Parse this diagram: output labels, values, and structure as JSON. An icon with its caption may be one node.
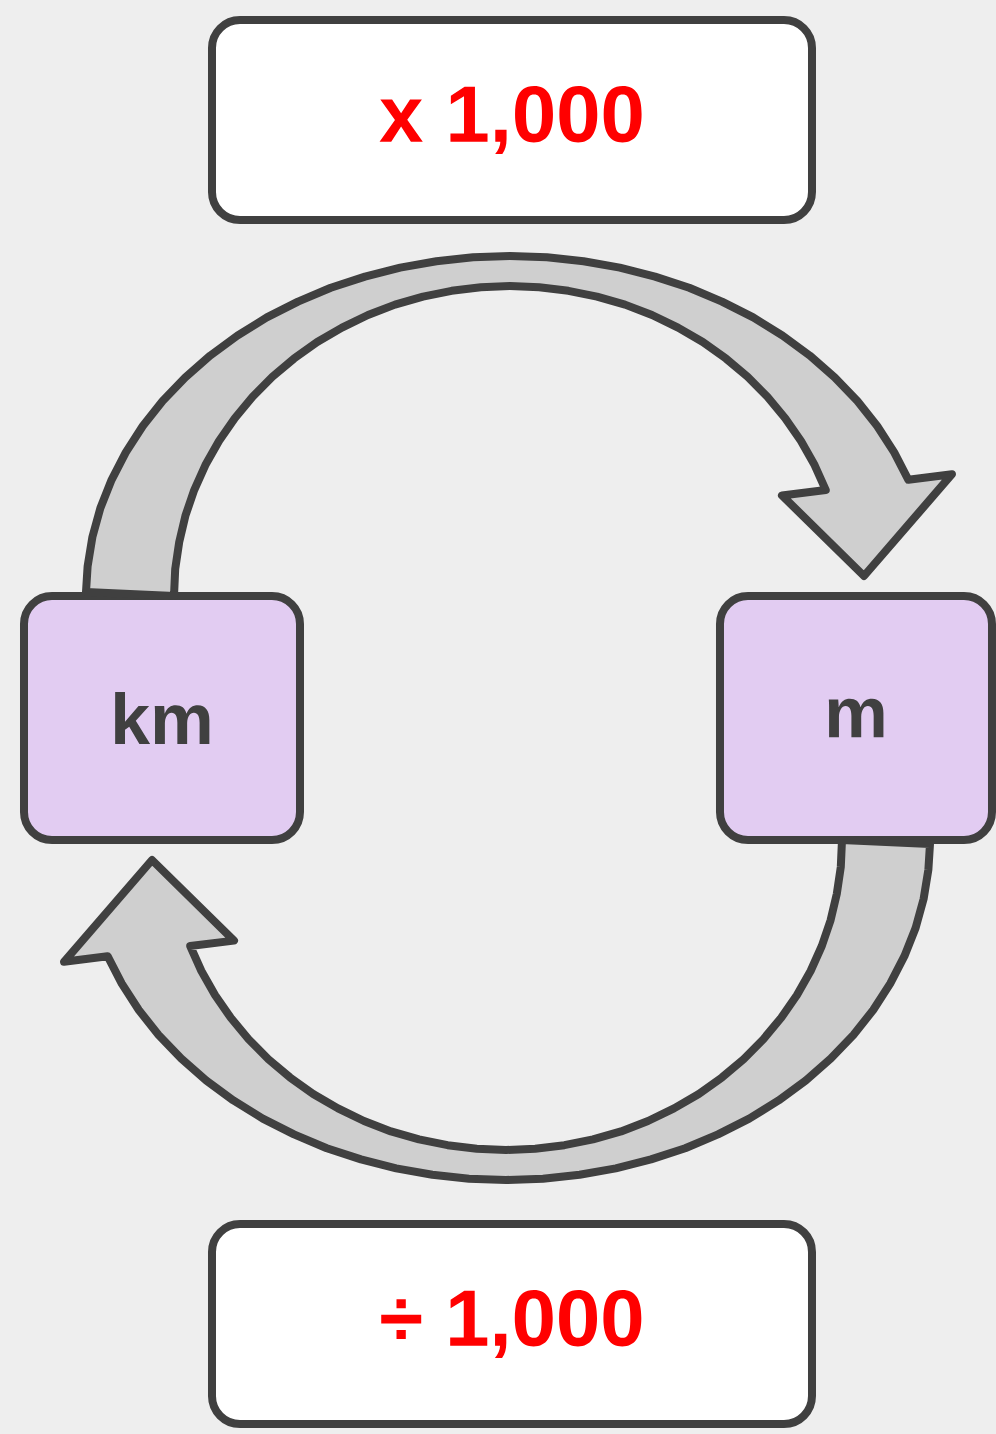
{
  "diagram": {
    "nodes": [
      {
        "text": [
          "x 1,000"
        ]
      },
      {
        "text": [
          "km"
        ]
      },
      {
        "text": [
          "m"
        ]
      },
      {
        "text": [
          "÷ 1,000"
        ]
      }
    ],
    "edges": [
      {
        "from": 1,
        "to": 2,
        "arrow": "to"
      },
      {
        "from": 2,
        "to": 1,
        "arrow": "to"
      }
    ]
  }
}
